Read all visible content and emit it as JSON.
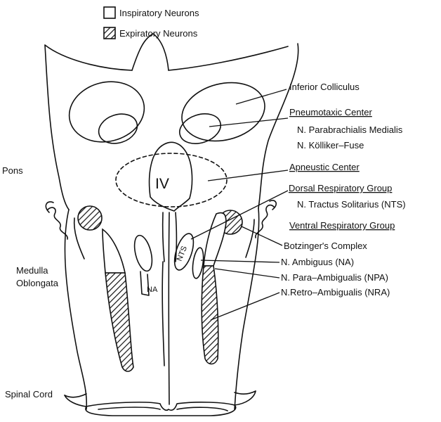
{
  "legend": {
    "inspiratory": "Inspiratory Neurons",
    "expiratory": "Expiratory Neurons"
  },
  "regions": {
    "pons": "Pons",
    "medulla_line1": "Medulla",
    "medulla_line2": "Oblongata",
    "spinal_cord": "Spinal Cord"
  },
  "inner_labels": {
    "ventricle": "IV",
    "nts": "NTS",
    "na": "NA"
  },
  "labels": {
    "inferior_colliculus": "Inferior Colliculus",
    "pneumotaxic_center": "Pneumotaxic Center",
    "parabrachialis": "N. Parabrachialis Medialis",
    "kolliker_fuse": "N. Kölliker–Fuse",
    "apneustic_center": "Apneustic Center",
    "dorsal_group": "Dorsal Respiratory Group",
    "tractus_solitarius": "N. Tractus Solitarius (NTS)",
    "ventral_group": "Ventral Respiratory Group",
    "botzinger": "Botzinger's Complex",
    "ambiguus": "N. Ambiguus (NA)",
    "para_ambigualis": "N. Para–Ambigualis (NPA)",
    "retro_ambigualis": "N.Retro–Ambigualis (NRA)"
  }
}
